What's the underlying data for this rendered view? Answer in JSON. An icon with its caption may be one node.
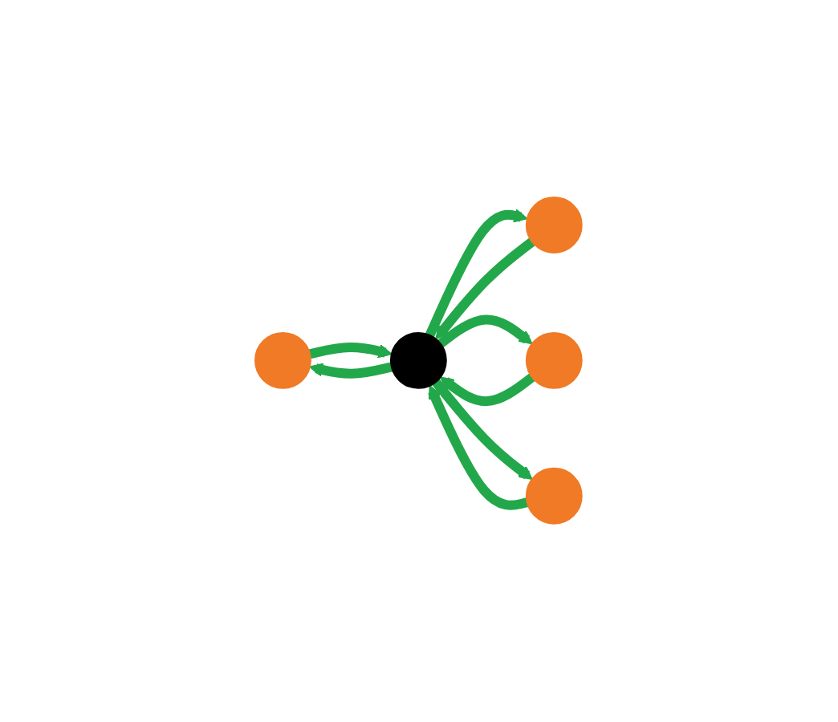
{
  "diagram": {
    "nodes": [
      {
        "text": [],
        "shape": "circle"
      },
      {
        "text": [],
        "shape": "circle"
      },
      {
        "text": [],
        "shape": "circle"
      },
      {
        "text": [],
        "shape": "circle"
      },
      {
        "text": [],
        "shape": "circle"
      }
    ],
    "edges": [
      {
        "from": 2,
        "to": 0,
        "arrow": "to"
      },
      {
        "from": 0,
        "to": 2,
        "arrow": "to"
      },
      {
        "from": 1,
        "to": 2,
        "arrow": "to"
      },
      {
        "from": 2,
        "to": 1,
        "arrow": "to"
      },
      {
        "from": 2,
        "to": 3,
        "arrow": "to"
      },
      {
        "from": 3,
        "to": 2,
        "arrow": "to"
      },
      {
        "from": 4,
        "to": 2,
        "arrow": "to"
      },
      {
        "from": 2,
        "to": 4,
        "arrow": "to"
      }
    ]
  }
}
